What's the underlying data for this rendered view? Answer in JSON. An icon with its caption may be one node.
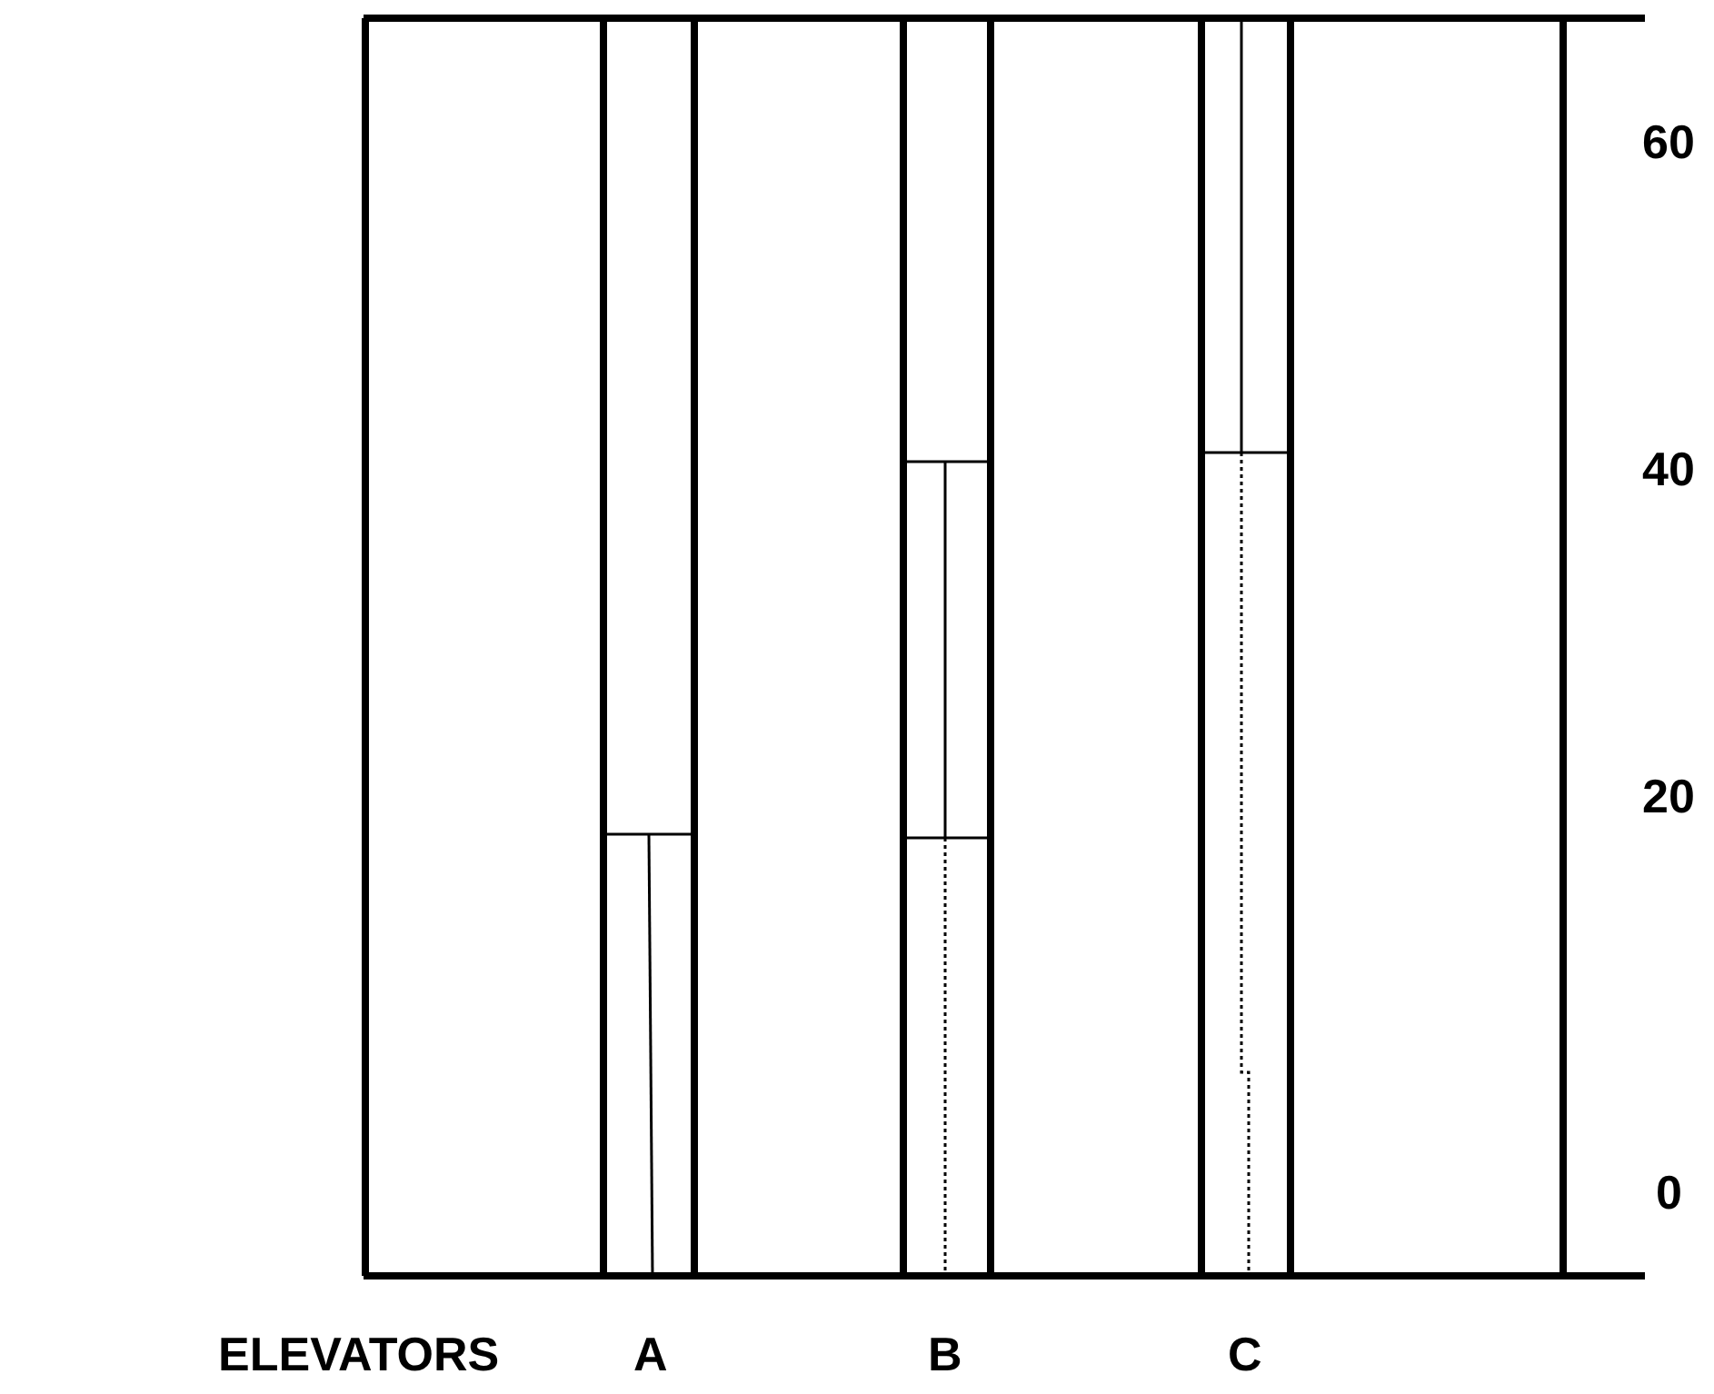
{
  "diagram": {
    "labels": [
      "60",
      "40",
      "20",
      "0",
      "ELEVATORS",
      "A",
      "B",
      "C"
    ]
  }
}
